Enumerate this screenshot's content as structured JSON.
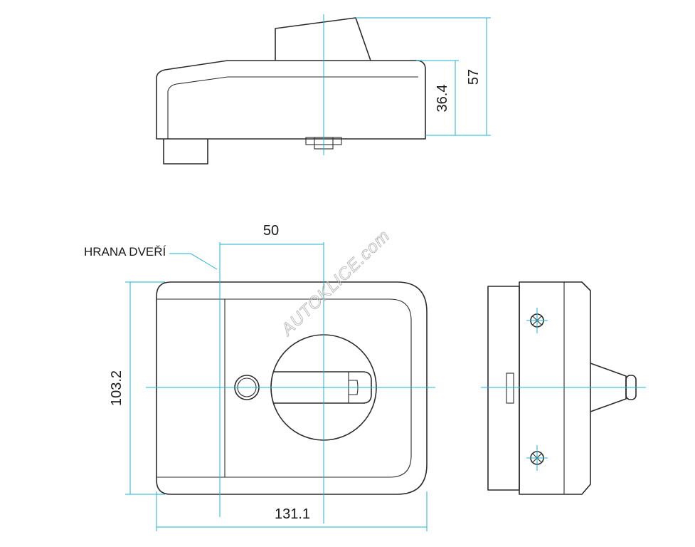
{
  "dimensions": {
    "total_height": "57",
    "body_height": "36.4",
    "door_edge_offset": "50",
    "front_height": "103.2",
    "front_width": "131.1"
  },
  "labels": {
    "door_edge": "HRANA DVEŘÍ"
  },
  "watermark": "AUTOKLICE.com",
  "colors": {
    "outline": "#2b2b2b",
    "centerline": "#1fb2d2",
    "text": "#1a1a1a"
  }
}
